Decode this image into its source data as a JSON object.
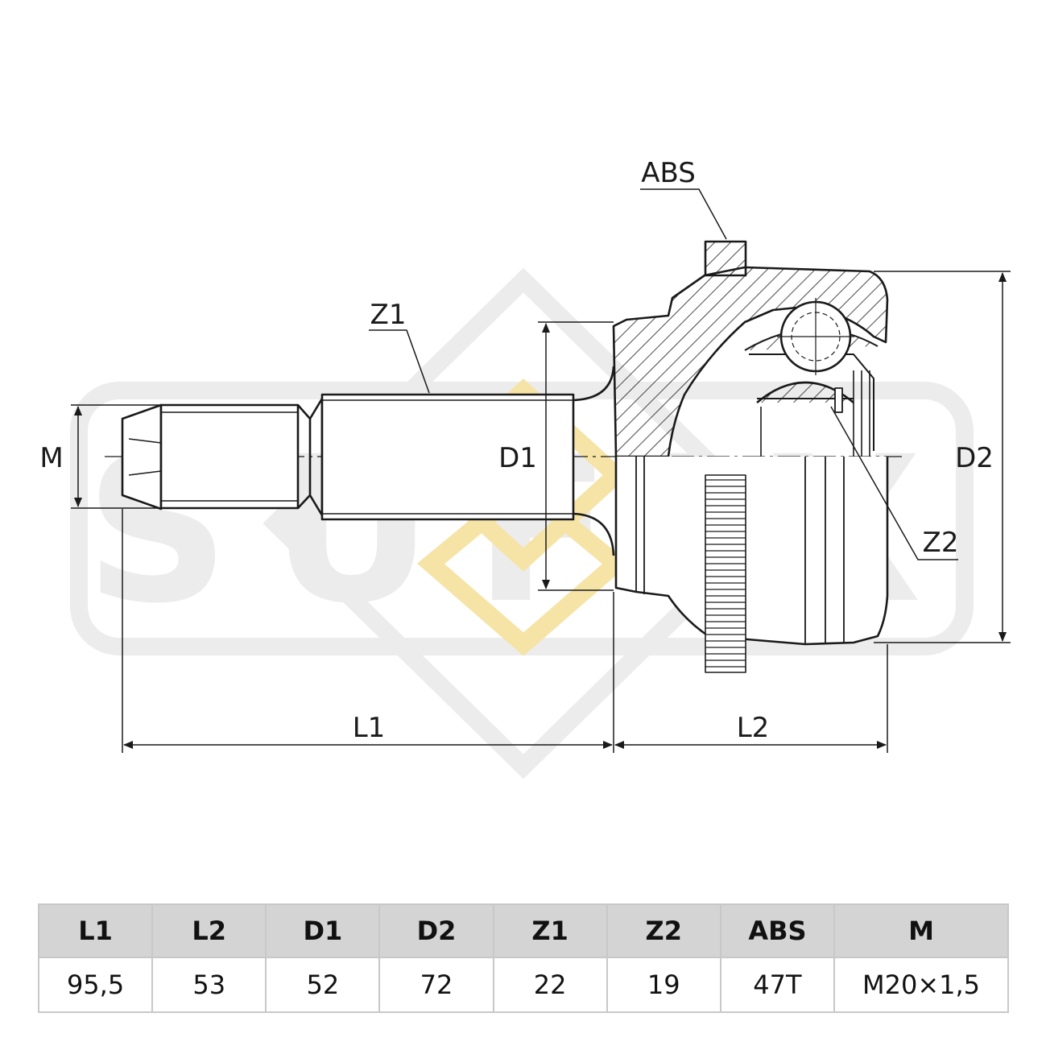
{
  "drawing": {
    "watermark": "SUFIX",
    "labels": {
      "abs": "ABS",
      "z1": "Z1",
      "m": "M",
      "d1": "D1",
      "d2": "D2",
      "z2": "Z2",
      "l1": "L1",
      "l2": "L2"
    }
  },
  "spec_table": {
    "headers": [
      "L1",
      "L2",
      "D1",
      "D2",
      "Z1",
      "Z2",
      "ABS",
      "M"
    ],
    "values": [
      "95,5",
      "53",
      "52",
      "72",
      "22",
      "19",
      "47T",
      "M20×1,5"
    ]
  },
  "colors": {
    "line": "#1a1a1a",
    "watermark_gray": "#ececec",
    "watermark_gold": "#f6e3a6",
    "header_bg": "#d4d4d4",
    "table_border": "#c8c8c8"
  }
}
